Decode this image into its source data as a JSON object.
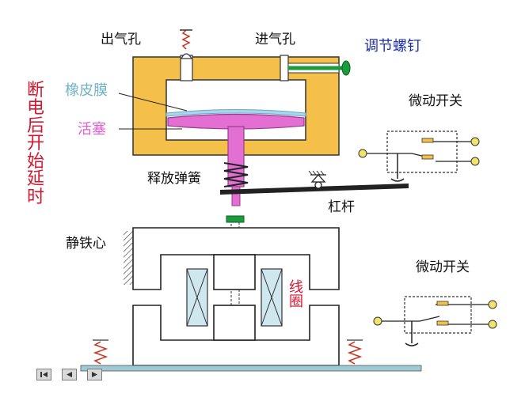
{
  "labels": {
    "outlet": "出气孔",
    "inlet": "进气孔",
    "adjust_screw": "调节螺钉",
    "diaphragm": "橡皮膜",
    "piston": "活塞",
    "release_spring": "释放弹簧",
    "lever": "杠杆",
    "static_core": "静铁心",
    "micro_switch_top": "微动开关",
    "micro_switch_bottom": "微动开关",
    "coil_chars": [
      "线",
      "圈"
    ],
    "title_chars": [
      "断",
      "电",
      "后",
      "开",
      "始",
      "延",
      "时"
    ]
  },
  "colors": {
    "housing": "#f4c04a",
    "diaphragm": "#a9d6ef",
    "piston": "#e36fd2",
    "screw": "#1b9c3c",
    "core": "#ffffff",
    "coil": "#cfe7ef",
    "title": "#d6152e",
    "label_blue": "#1d2fa6",
    "label_pink": "#e35cd2"
  },
  "nav": {
    "buttons": [
      "first-icon",
      "prev-icon",
      "next-icon"
    ]
  }
}
